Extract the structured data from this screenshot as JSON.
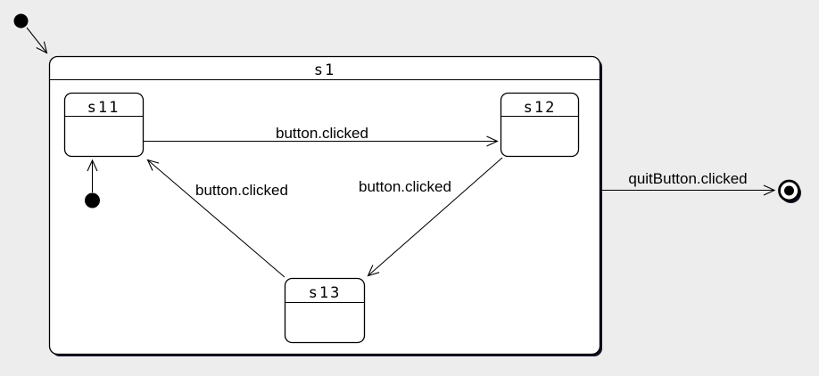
{
  "diagram": {
    "type": "uml-state-machine",
    "colors": {
      "canvas_background": "#ededed",
      "state_fill": "#ffffff",
      "line": "#000000",
      "shadow": "#101024"
    },
    "composite_state": {
      "name": "s1"
    },
    "states": [
      {
        "name": "s11"
      },
      {
        "name": "s12"
      },
      {
        "name": "s13"
      }
    ],
    "pseudostates": [
      {
        "kind": "initial",
        "target": "s1"
      },
      {
        "kind": "initial",
        "target": "s11"
      },
      {
        "kind": "final",
        "target": "end"
      }
    ],
    "transitions": [
      {
        "from": "initial",
        "to": "s1",
        "label": ""
      },
      {
        "from": "initial-inner",
        "to": "s11",
        "label": ""
      },
      {
        "from": "s11",
        "to": "s12",
        "label": "button.clicked"
      },
      {
        "from": "s12",
        "to": "s13",
        "label": "button.clicked"
      },
      {
        "from": "s13",
        "to": "s11",
        "label": "button.clicked"
      },
      {
        "from": "s1",
        "to": "final",
        "label": "quitButton.clicked"
      }
    ]
  }
}
